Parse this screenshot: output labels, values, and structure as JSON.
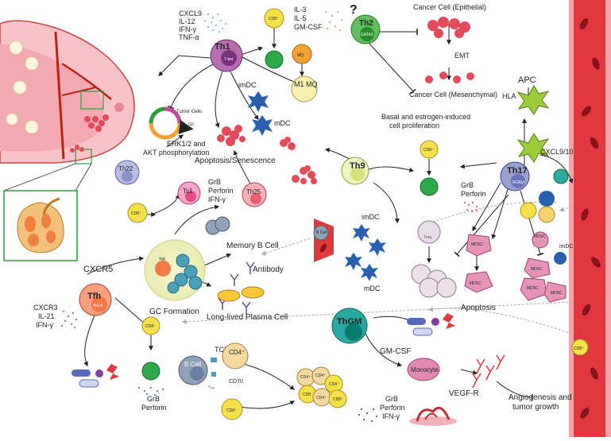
{
  "labels": {
    "th1_cytokines": [
      "CXCL9",
      "IL-12",
      "IFN-γ",
      "TNF-α"
    ],
    "th2_cytokines": [
      "IL-3",
      "IL-5",
      "GM-CSF"
    ],
    "question": "?",
    "cancer_epithelial": "Cancer Cell (Epithelial)",
    "emt": "EMT",
    "cancer_mesenchymal": "Cancer Cell (Mesenchymal)",
    "basal_line1": "Basal and estrogen-induced",
    "basal_line2": "cell proliferation",
    "apc": "APC",
    "hla": "HLA",
    "tumor_cells": "Tumor Cells",
    "g0": "G0",
    "imdc": "imDC",
    "mdc": "mDC",
    "m1_mq": "M1 MQ",
    "mq": "MQ",
    "erk_line1": "ERK1/2 and",
    "erk_line2": "AKT phosphorylation",
    "apoptosis_senescence": "Apoptosis/Senescence",
    "tc1_products": [
      "GrB",
      "Perforin",
      "IFN-γ"
    ],
    "th17_products": [
      "GrB",
      "Perforin"
    ],
    "cxcl910": "CXCL9/10",
    "memory_b": "Memory B Cell",
    "b_cell": "B Cell",
    "cxcr5": "CXCR5",
    "gc_formation": "GC Formation",
    "antibody": "Antibody",
    "long_lived": "Long-lived Plasma Cell",
    "tfh_cytokines": [
      "CXCR3",
      "IL-21",
      "IFN-γ"
    ],
    "tcr": "TCR",
    "cd70": "CD70",
    "gmcsf": "GM-CSF",
    "monocyte": "Monocyte",
    "vegfr": "VEGF-R",
    "angio_line1": "Angiogenesis and",
    "angio_line2": "tumor growth",
    "apoptosis": "Apoptosis",
    "bottom_grb": [
      "GrB",
      "Perforin"
    ],
    "bottom_right_products": [
      "GrB",
      "Perforin",
      "IFN-γ"
    ],
    "mdsc": "MDSC",
    "treg": "Treg"
  },
  "cells": {
    "th1": {
      "name": "Th1",
      "sub": "T-bet",
      "color": "#b56fb0"
    },
    "th2": {
      "name": "Th2",
      "sub": "GATA3",
      "color": "#5fbf5f"
    },
    "th9": {
      "name": "Th9",
      "color": "#d8e07a"
    },
    "th17": {
      "name": "Th17",
      "sub": "RORγt",
      "color": "#6a73b8"
    },
    "th22": {
      "name": "Th22",
      "color": "#8890c8"
    },
    "tc1": {
      "name": "Tc1",
      "color": "#e84b8a"
    },
    "th25": {
      "name": "Th25",
      "color": "#e86070"
    },
    "tfh": {
      "name": "Tfh",
      "sub": "Bcl-6",
      "color": "#f07a4a"
    },
    "thgm": {
      "name": "ThGM",
      "color": "#2aa7a0"
    },
    "tfr": {
      "name": "TfR"
    },
    "cd8": {
      "name": "CD8⁺",
      "color": "#f5e04a"
    },
    "cd4": {
      "name": "CD4⁺",
      "color": "#f5d9a0"
    },
    "cd8_plain": "CD8",
    "cd4_plain": "CD4⁺"
  },
  "colors": {
    "vessel": "#e0383e",
    "cancer": "#e34a5a",
    "mdsc": "#e693b8",
    "dc": "#2a5fae",
    "apc": "#9ccc3a",
    "antibody": "#6a4a80"
  }
}
